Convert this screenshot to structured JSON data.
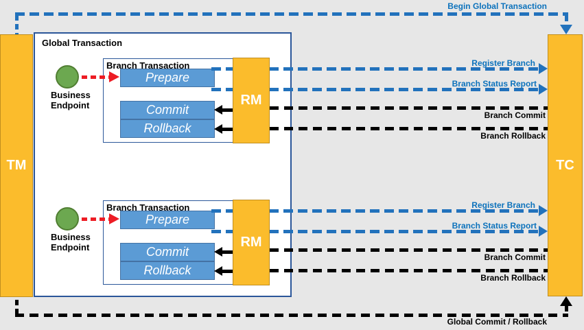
{
  "diagram": {
    "tm_label": "TM",
    "tc_label": "TC",
    "global_transaction_label": "Global Transaction",
    "begin_arrow_label": "Begin Global Transaction",
    "global_commit_label": "Global Commit / Rollback",
    "groups": [
      {
        "branch_label": "Branch Transaction",
        "endpoint_label": "Business Endpoint",
        "prepare_label": "Prepare",
        "commit_label": "Commit",
        "rollback_label": "Rollback",
        "rm_label": "RM",
        "register_label": "Register Branch",
        "status_label": "Branch Status Report",
        "branch_commit_label": "Branch Commit",
        "branch_rollback_label": "Branch Rollback"
      },
      {
        "branch_label": "Branch Transaction",
        "endpoint_label": "Business Endpoint",
        "prepare_label": "Prepare",
        "commit_label": "Commit",
        "rollback_label": "Rollback",
        "rm_label": "RM",
        "register_label": "Register Branch",
        "status_label": "Branch Status Report",
        "branch_commit_label": "Branch Commit",
        "branch_rollback_label": "Branch Rollback"
      }
    ],
    "colors": {
      "background": "#E7E7E7",
      "actor_orange": "#FBBC2C",
      "actor_orange_border": "#C08E1E",
      "operation_blue": "#5B9BD5",
      "operation_blue_border": "#4472A4",
      "container_navy_border": "#2A5699",
      "endpoint_green": "#6CA850",
      "endpoint_green_border": "#507E32",
      "line_blue": "#2272BC",
      "line_black": "#000000",
      "invoke_red": "#ED1C24",
      "label_blue": "#0C72BC"
    }
  }
}
